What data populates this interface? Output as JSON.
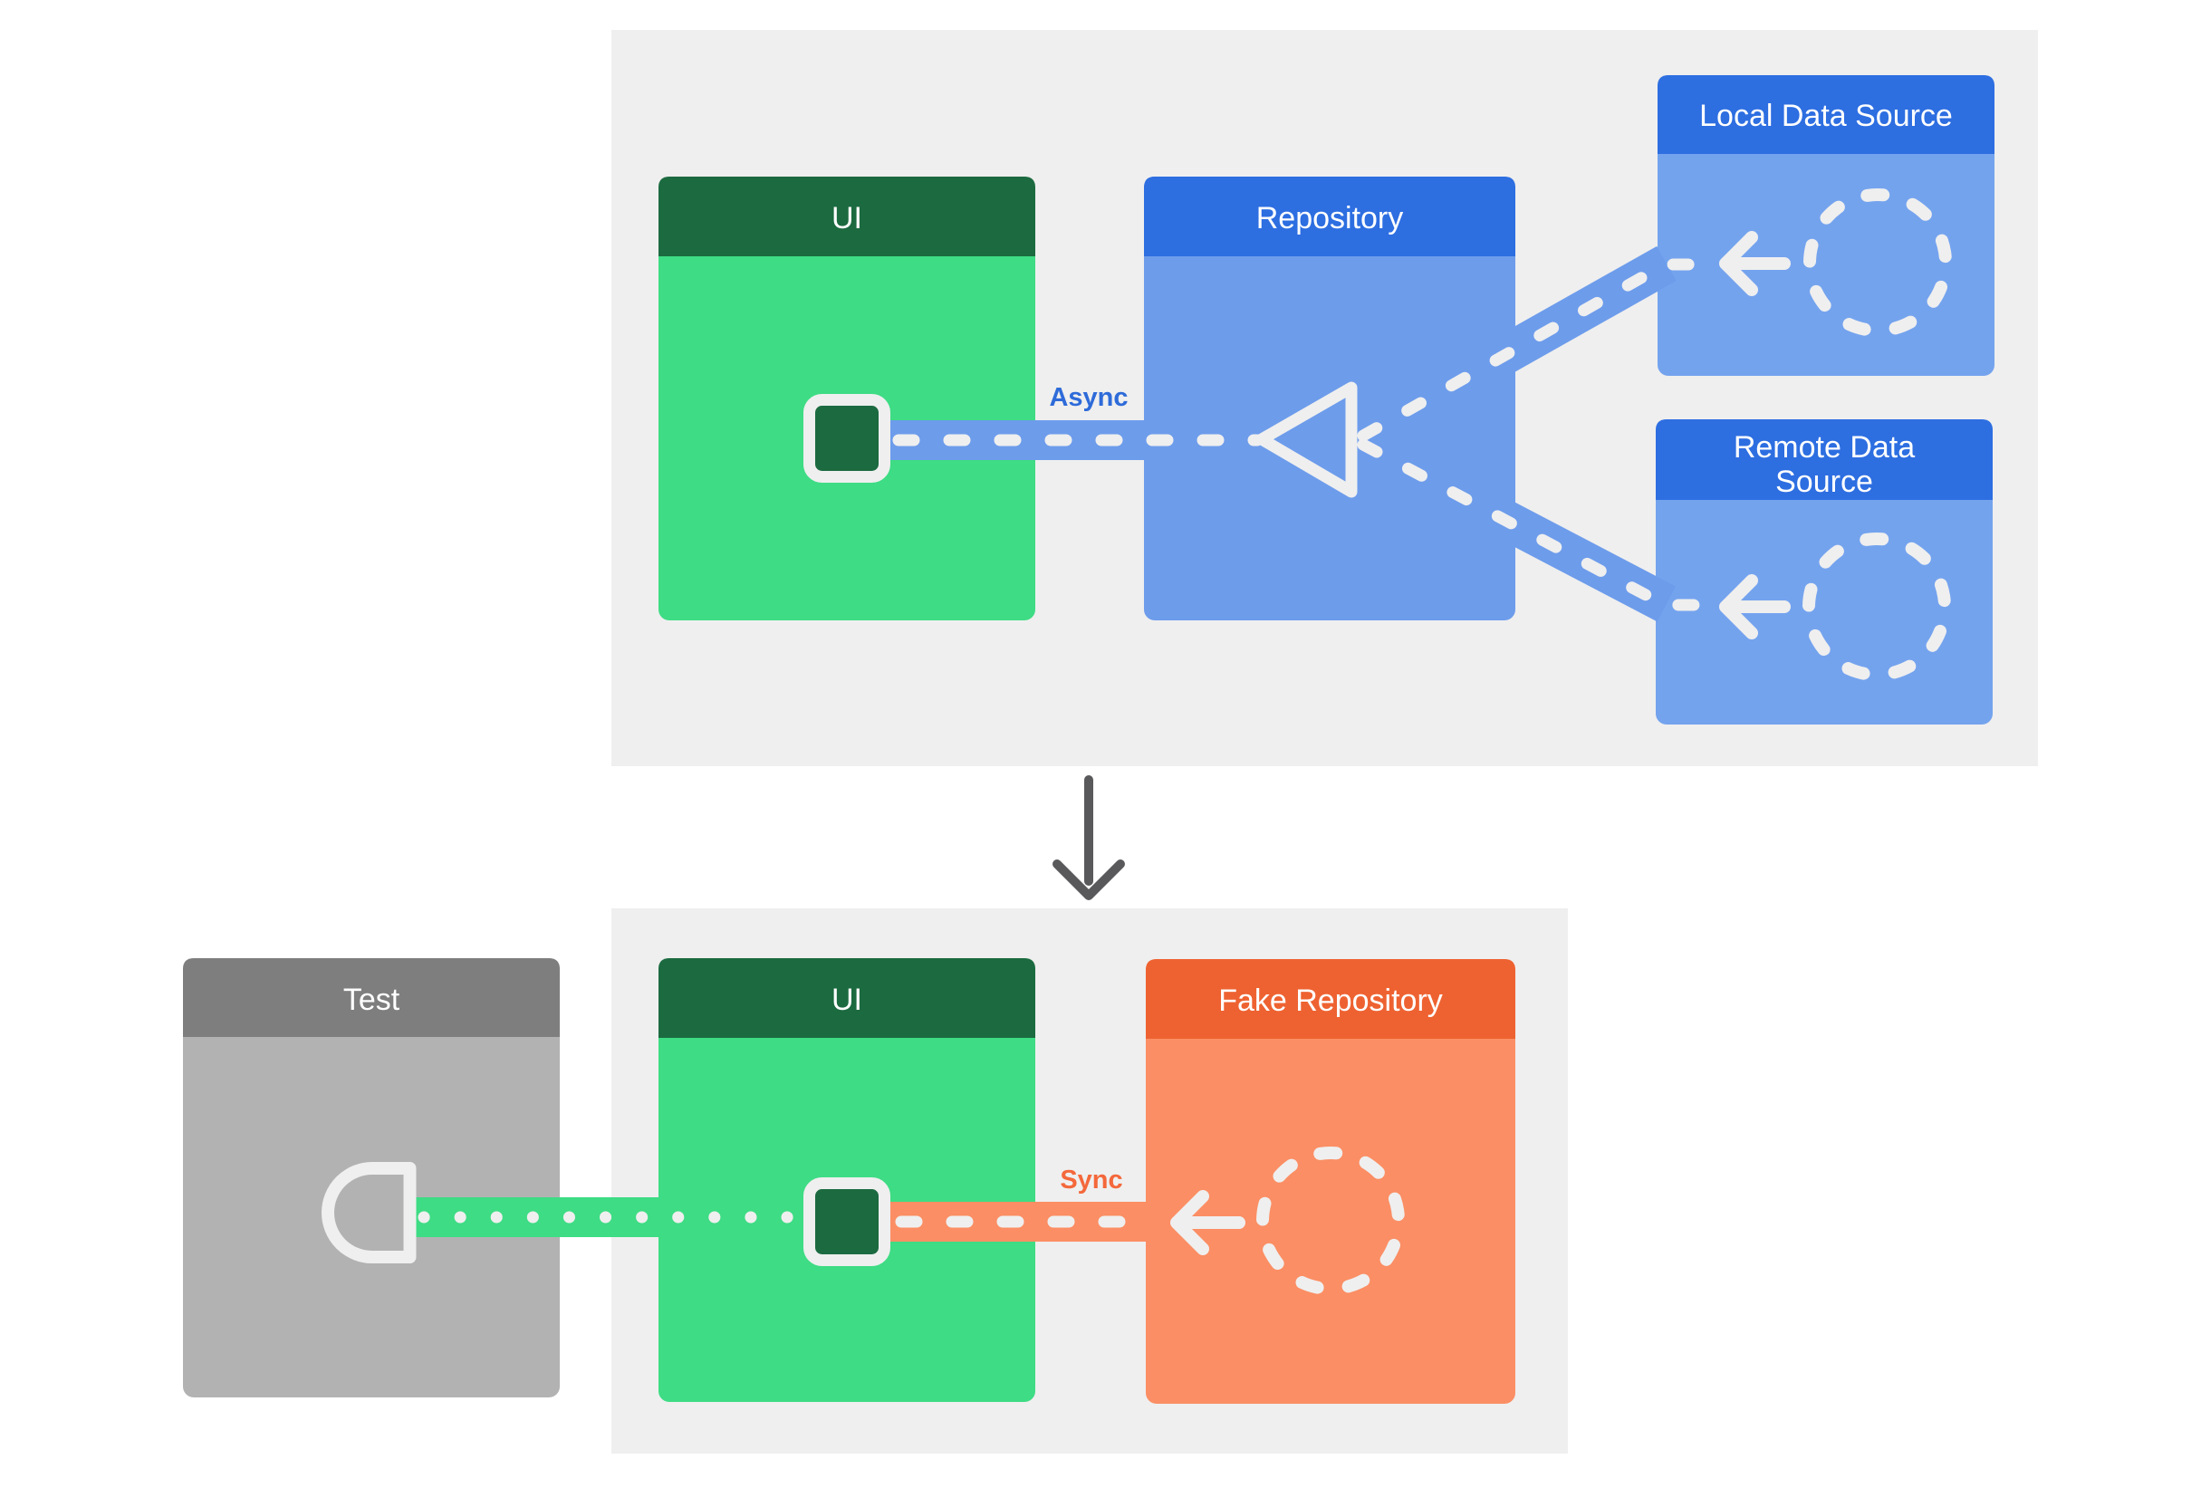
{
  "colors": {
    "bg": "#ffffff",
    "panel": "#efefef",
    "outline": "#efefef",
    "ui_header": "#1c6a40",
    "ui_body": "#3edc84",
    "blue_header": "#2d6ee1",
    "blue_body": "#6d9ceb",
    "ds_body": "#74a3ee",
    "orange_header": "#ee6231",
    "orange_body": "#fb8e64",
    "gray_header": "#7e7e7e",
    "gray_body": "#b2b2b2",
    "async_label": "#2e6bd9",
    "sync_label": "#f4683b",
    "dark_arrow": "#59595b"
  },
  "icons": {
    "merge_triangle": "left-pointing outlined triangle junction",
    "dashed_circle": "dashed-circle placeholder",
    "arrow_left": "left arrow",
    "ui_port": "dark green port square with white border",
    "test_socket": "D-shaped test socket",
    "down_arrow": "downward transition arrow"
  },
  "top_flow": {
    "ui": {
      "label": "UI"
    },
    "repository": {
      "label": "Repository"
    },
    "local_data_source": {
      "label": "Local Data Source"
    },
    "remote_data_source": {
      "label_line1": "Remote Data",
      "label_line2": "Source"
    },
    "edge_label": "Async"
  },
  "bottom_flow": {
    "test": {
      "label": "Test"
    },
    "ui": {
      "label": "UI"
    },
    "fake_repository": {
      "label": "Fake Repository"
    },
    "edge_label": "Sync"
  }
}
